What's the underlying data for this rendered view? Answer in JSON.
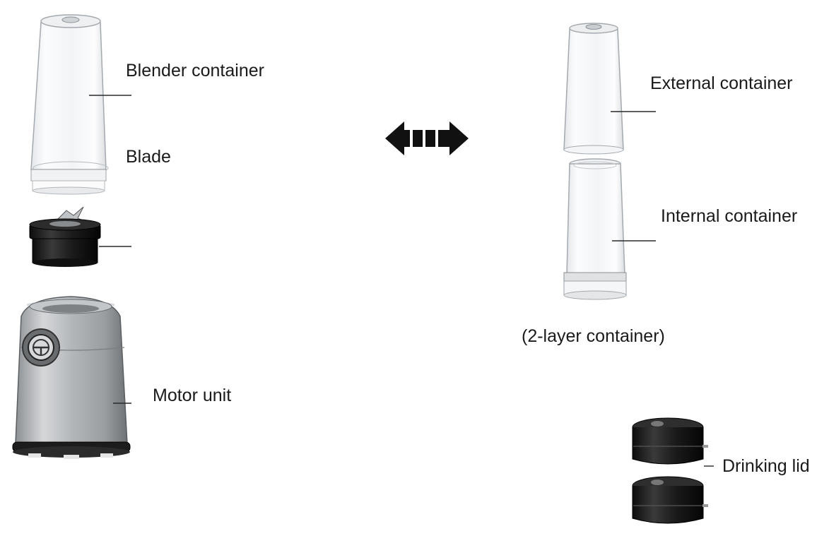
{
  "labels": {
    "blender_container": "Blender container",
    "blade": "Blade",
    "motor_unit": "Motor unit",
    "external_container": "External container",
    "internal_container": "Internal container",
    "two_layer_caption": "(2-layer container)",
    "drinking_lid": "Drinking lid"
  },
  "icons": {
    "swap_arrow": "double-arrow-icon"
  },
  "colors": {
    "line": "#2a2a2a",
    "text": "#1a1a1a",
    "container_fill": "#f6f7f8",
    "container_stroke": "#9ea3a8",
    "blade_black": "#151515",
    "motor_silver": "#a9acaf",
    "motor_dark": "#4a4d50"
  }
}
